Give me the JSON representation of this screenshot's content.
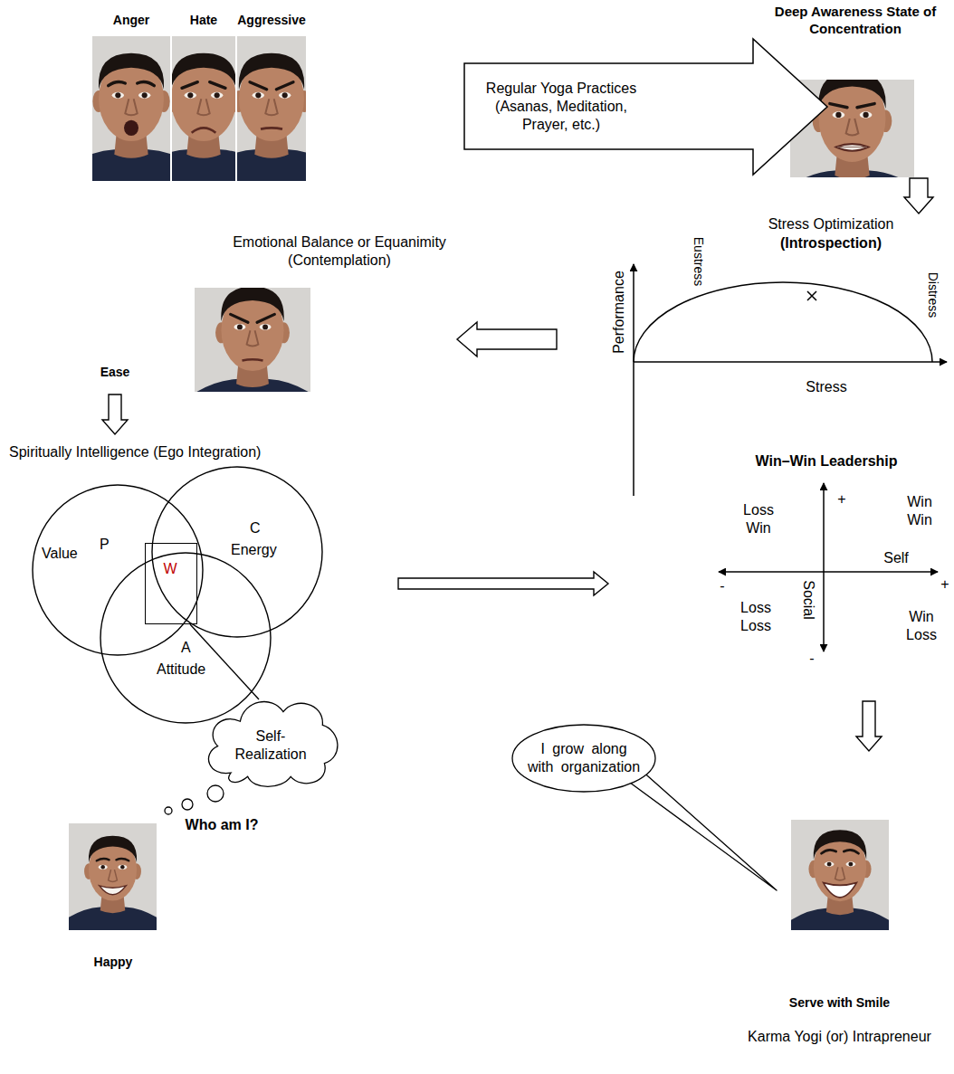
{
  "diagram": {
    "nodes": [
      {
        "text": [
          "Anger"
        ]
      },
      {
        "text": [
          "Hate"
        ]
      },
      {
        "text": [
          "Aggressive"
        ]
      },
      {
        "text": [
          "Regular Yoga Practices (Asanas, Meditation, Prayer, etc.)"
        ]
      },
      {
        "text": [
          "Deep Awareness State of Concentration"
        ]
      },
      {
        "text": [
          "Stress Optimization",
          "(Introspection)"
        ]
      },
      {
        "text": [
          "Emotional Balance or Equanimity (Contemplation)"
        ]
      },
      {
        "text": [
          "Spiritually Intelligence (Ego Integration)"
        ]
      },
      {
        "text": [
          "P",
          "Value"
        ],
        "in": 7
      },
      {
        "text": [
          "C",
          "Energy"
        ],
        "in": 7
      },
      {
        "text": [
          "A",
          "Attitude"
        ],
        "in": 7
      },
      {
        "text": [
          "W"
        ],
        "in": 7
      },
      {
        "text": [
          "Self-Realization"
        ]
      },
      {
        "text": [
          "Happy"
        ]
      },
      {
        "text": [
          "Win–Win Leadership"
        ]
      },
      {
        "text": [
          "I grow along with organization"
        ]
      },
      {
        "text": [
          "Serve with Smile",
          "Karma Yogi (or) Intrapreneur"
        ]
      }
    ],
    "edges": [
      {
        "from": 4,
        "to": 5,
        "arrow": "to"
      },
      {
        "from": 5,
        "to": 6,
        "arrow": "to"
      },
      {
        "from": 6,
        "to": 7,
        "label": "Ease",
        "arrow": "to"
      },
      {
        "from": 7,
        "to": 14,
        "arrow": "to"
      },
      {
        "from": 14,
        "to": 16,
        "arrow": "to"
      },
      {
        "from": 11,
        "to": 12,
        "arrow": "none"
      }
    ],
    "labels": [
      "Performance",
      "Eustress",
      "Distress",
      "Stress",
      "+",
      "Loss Win",
      "Win Win",
      "Self",
      "+",
      "-",
      "Loss Loss",
      "Social",
      "Win Loss",
      "-",
      "Who am I?"
    ]
  }
}
